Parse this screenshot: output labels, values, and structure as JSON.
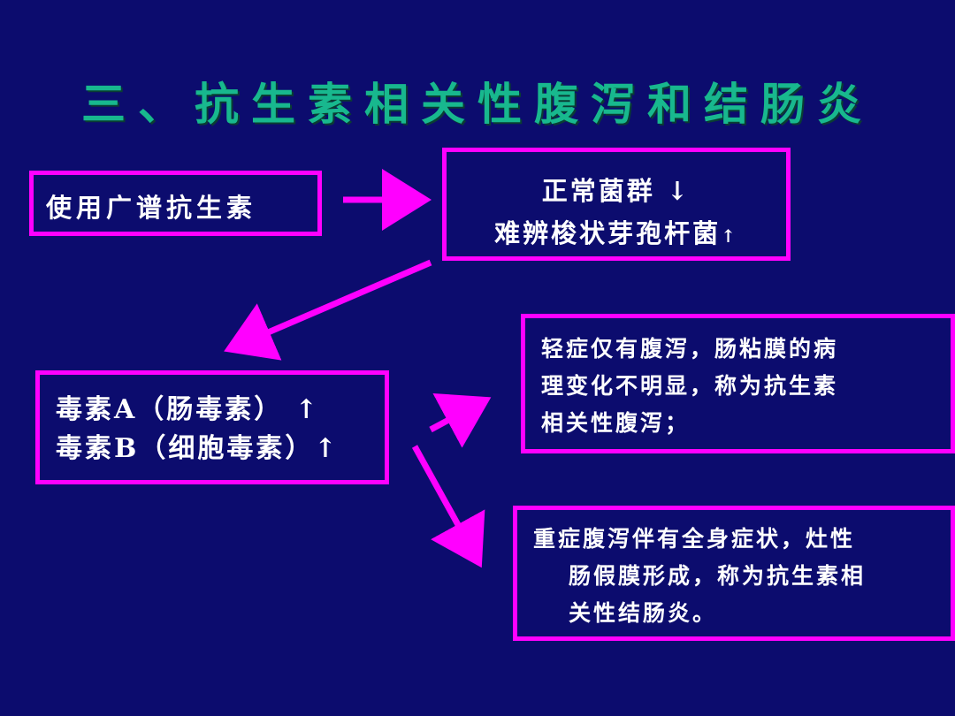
{
  "title": "三、抗生素相关性腹泻和结肠炎",
  "box_use": {
    "text": "使用广谱抗生素"
  },
  "box_flora": {
    "line1": "正常菌群",
    "line1_arrow": "↓",
    "line2": "难辨梭状芽孢杆菌",
    "line2_arrow": "↑"
  },
  "box_toxin": {
    "line1": "毒素A（肠毒素）",
    "line1_arrow": "↑",
    "line2": "毒素B（细胞毒素）",
    "line2_arrow": "↑"
  },
  "box_mild": {
    "line1": "轻症仅有腹泻，肠粘膜的病",
    "line2": "理变化不明显，称为抗生素",
    "line3": "相关性腹泻；"
  },
  "box_severe": {
    "line1": "重症腹泻伴有全身症状，灶性",
    "line2": "肠假膜形成，称为抗生素相",
    "line3": "关性结肠炎。"
  },
  "colors": {
    "background": "#0c0c6e",
    "title": "#18b88e",
    "border": "#ff00ff",
    "arrow": "#ff00ff",
    "text": "#ffffff"
  }
}
